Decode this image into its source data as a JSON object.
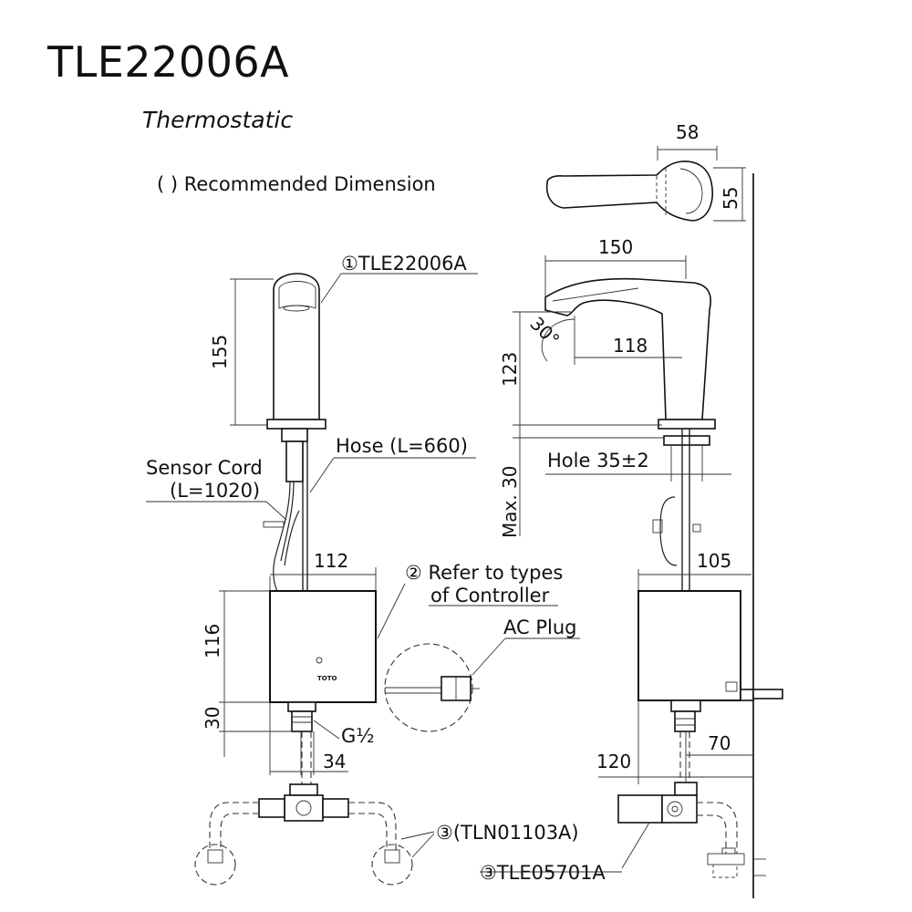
{
  "model": "TLE22006A",
  "subtitle": "Thermostatic",
  "note": "(  ) Recommended Dimension",
  "callouts": {
    "faucet": "①TLE22006A",
    "hose": "Hose (L=660)",
    "sensor_cord_1": "Sensor Cord",
    "sensor_cord_2": "(L=1020)",
    "controller_1": "② Refer to types",
    "controller_2": "of Controller",
    "ac_plug": "AC Plug",
    "thread": "G½",
    "valve_recommended": "③(TLN01103A)",
    "valve_part": "③TLE05701A",
    "hole": "Hole 35±2"
  },
  "dimensions": {
    "top_width": "58",
    "top_height": "55",
    "spout_reach": "150",
    "angle": "30°",
    "spout_inner": "118",
    "spout_height": "123",
    "deck_max": "Max. 30",
    "front_height": "155",
    "controller_width_front": "112",
    "controller_height": "116",
    "controller_bottom": "30",
    "outlet_offset": "34",
    "controller_width_side": "105",
    "wall_offset_70": "70",
    "wall_offset_120": "120"
  },
  "logo_text": "TOTO"
}
